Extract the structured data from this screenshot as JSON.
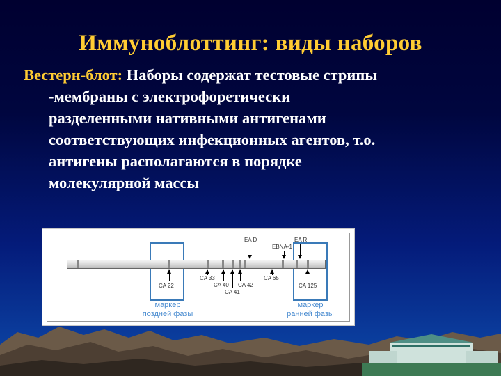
{
  "slide": {
    "title": "Иммуноблоттинг: виды наборов",
    "lead": "Вестерн-блот:",
    "lines": [
      " Наборы содержат тестовые стрипы",
      "-мембраны с электрофоретически",
      "разделенными нативными антигенами",
      "соответствующих инфекционных агентов, т.о.",
      "антигены располагаются в порядке",
      "молекулярной массы"
    ]
  },
  "figure": {
    "labels": {
      "ea_d": "EA D",
      "ea_r": "EA R",
      "ebna1": "EBNA-1",
      "ca22": "CA 22",
      "ca33": "CA 33",
      "ca40": "CA 40",
      "ca42": "CA 42",
      "ca41": "CA 41",
      "ca65": "CA 65",
      "ca125": "CA 125"
    },
    "late_marker": [
      "маркер",
      "поздней фазы"
    ],
    "early_marker": [
      "маркер",
      "ранней фазы"
    ]
  },
  "colors": {
    "title": "#ffcc33",
    "text": "#ffffff",
    "marker": "#3a7ab8"
  }
}
